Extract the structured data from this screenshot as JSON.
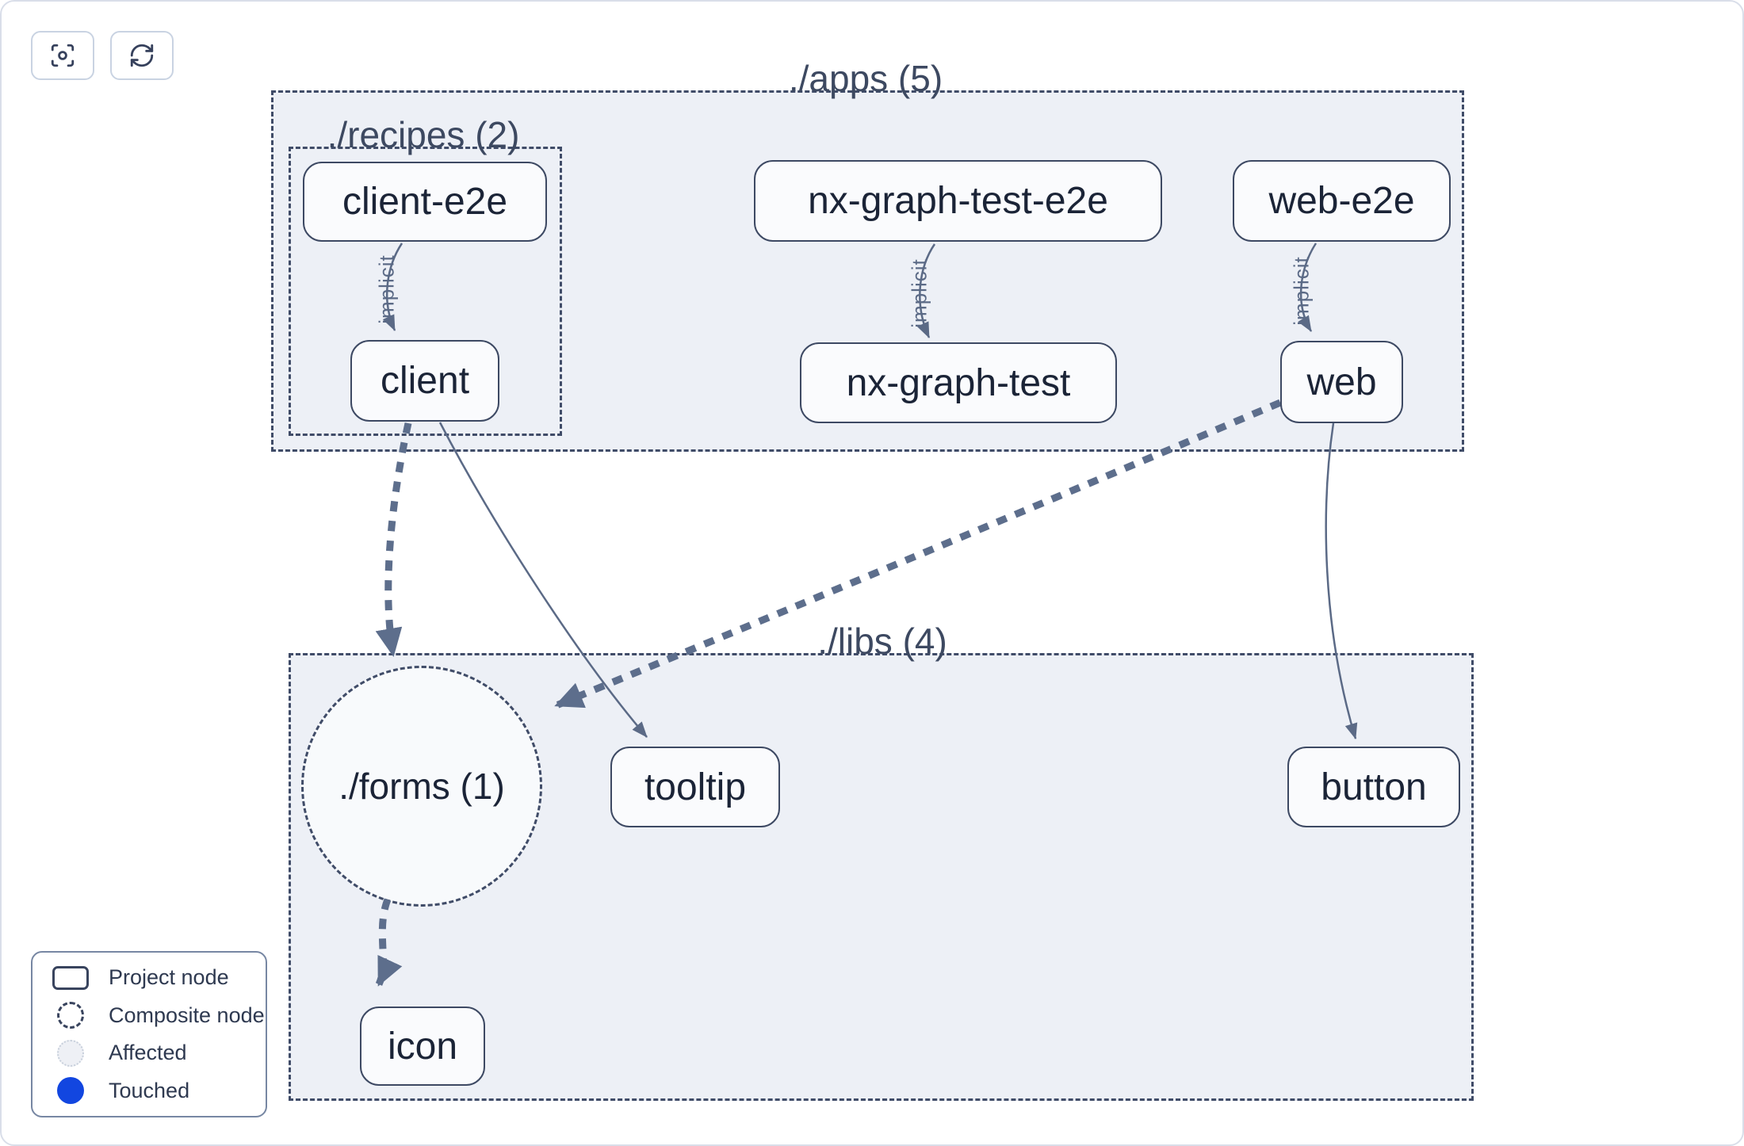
{
  "toolbar": {
    "buttons": [
      {
        "id": "focus",
        "icon": "focus-crosshair-icon"
      },
      {
        "id": "refresh",
        "icon": "refresh-icon"
      }
    ]
  },
  "groups": {
    "apps": {
      "label": "./apps (5)"
    },
    "recipes": {
      "label": "./recipes (2)"
    },
    "libs": {
      "label": "./libs (4)"
    },
    "forms": {
      "label": "./forms (1)"
    }
  },
  "nodes": [
    {
      "id": "client-e2e",
      "label": "client-e2e",
      "group": "recipes"
    },
    {
      "id": "client",
      "label": "client",
      "group": "recipes"
    },
    {
      "id": "nx-graph-test-e2e",
      "label": "nx-graph-test-e2e",
      "group": "apps"
    },
    {
      "id": "nx-graph-test",
      "label": "nx-graph-test",
      "group": "apps"
    },
    {
      "id": "web-e2e",
      "label": "web-e2e",
      "group": "apps"
    },
    {
      "id": "web",
      "label": "web",
      "group": "apps"
    },
    {
      "id": "tooltip",
      "label": "tooltip",
      "group": "libs"
    },
    {
      "id": "button",
      "label": "button",
      "group": "libs"
    },
    {
      "id": "icon",
      "label": "icon",
      "group": "libs"
    }
  ],
  "edges": [
    {
      "from": "client-e2e",
      "to": "client",
      "label": "implicit",
      "style": "thin-solid"
    },
    {
      "from": "nx-graph-test-e2e",
      "to": "nx-graph-test",
      "label": "implicit",
      "style": "thin-solid"
    },
    {
      "from": "web-e2e",
      "to": "web",
      "label": "implicit",
      "style": "thin-solid"
    },
    {
      "from": "client",
      "to": "./forms",
      "label": "",
      "style": "thick-dashed"
    },
    {
      "from": "client",
      "to": "tooltip",
      "label": "",
      "style": "thin-solid"
    },
    {
      "from": "web",
      "to": "./forms",
      "label": "",
      "style": "thick-dashed"
    },
    {
      "from": "web",
      "to": "button",
      "label": "",
      "style": "thin-solid"
    },
    {
      "from": "./forms",
      "to": "icon",
      "label": "",
      "style": "thick-dashed"
    }
  ],
  "legend": {
    "items": [
      {
        "label": "Project node",
        "swatch": "project-rect-outline"
      },
      {
        "label": "Composite node",
        "swatch": "dashed-circle-outline"
      },
      {
        "label": "Affected",
        "swatch": "light-dotted-circle"
      },
      {
        "label": "Touched",
        "swatch": "blue-filled-circle"
      }
    ]
  },
  "colors": {
    "container_fill": "#edf0f6",
    "composite_fill": "#f8fafc",
    "node_fill": "#fafbfd",
    "node_border": "#3d4963",
    "dashed_border": "#404c68",
    "edge_thin": "#5b6a86",
    "edge_thick": "#5d6e8c",
    "group_label": "#3d4961",
    "node_text": "#1b2437",
    "legend_border": "#7787a3",
    "legend_text": "#2e3950",
    "touched_blue": "#1246e0",
    "affected_fill": "#eef0f5",
    "affected_border": "#c7cfdb",
    "page_border": "#d9dee9"
  }
}
